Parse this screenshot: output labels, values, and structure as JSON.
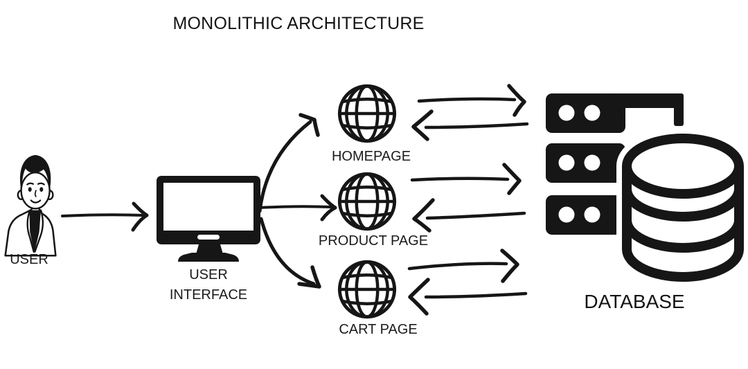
{
  "title": "MONOLITHIC ARCHITECTURE",
  "colors": {
    "ink": "#161616",
    "background": "#ffffff"
  },
  "nodes": {
    "user": {
      "label": "USER",
      "icon": "person-icon"
    },
    "user_interface": {
      "label_lines": [
        "USER",
        "INTERFACE"
      ],
      "icon": "monitor-icon"
    },
    "homepage": {
      "label": "HOMEPAGE",
      "icon": "globe-icon"
    },
    "product_page": {
      "label": "PRODUCT PAGE",
      "icon": "globe-icon"
    },
    "cart_page": {
      "label": "CART PAGE",
      "icon": "globe-icon"
    },
    "database": {
      "label": "DATABASE",
      "icon": "server-database-icon"
    }
  },
  "connections": [
    {
      "from": "USER",
      "to": "USER INTERFACE",
      "style": "single-arrow-right"
    },
    {
      "from": "USER INTERFACE",
      "to": "HOMEPAGE",
      "style": "curved-arrow"
    },
    {
      "from": "USER INTERFACE",
      "to": "PRODUCT PAGE",
      "style": "straight-arrow"
    },
    {
      "from": "USER INTERFACE",
      "to": "CART PAGE",
      "style": "curved-arrow"
    },
    {
      "from": "HOMEPAGE",
      "to": "DATABASE",
      "style": "arrow-pair-both-directions"
    },
    {
      "from": "PRODUCT PAGE",
      "to": "DATABASE",
      "style": "arrow-pair-both-directions"
    },
    {
      "from": "CART PAGE",
      "to": "DATABASE",
      "style": "arrow-pair-both-directions"
    }
  ]
}
